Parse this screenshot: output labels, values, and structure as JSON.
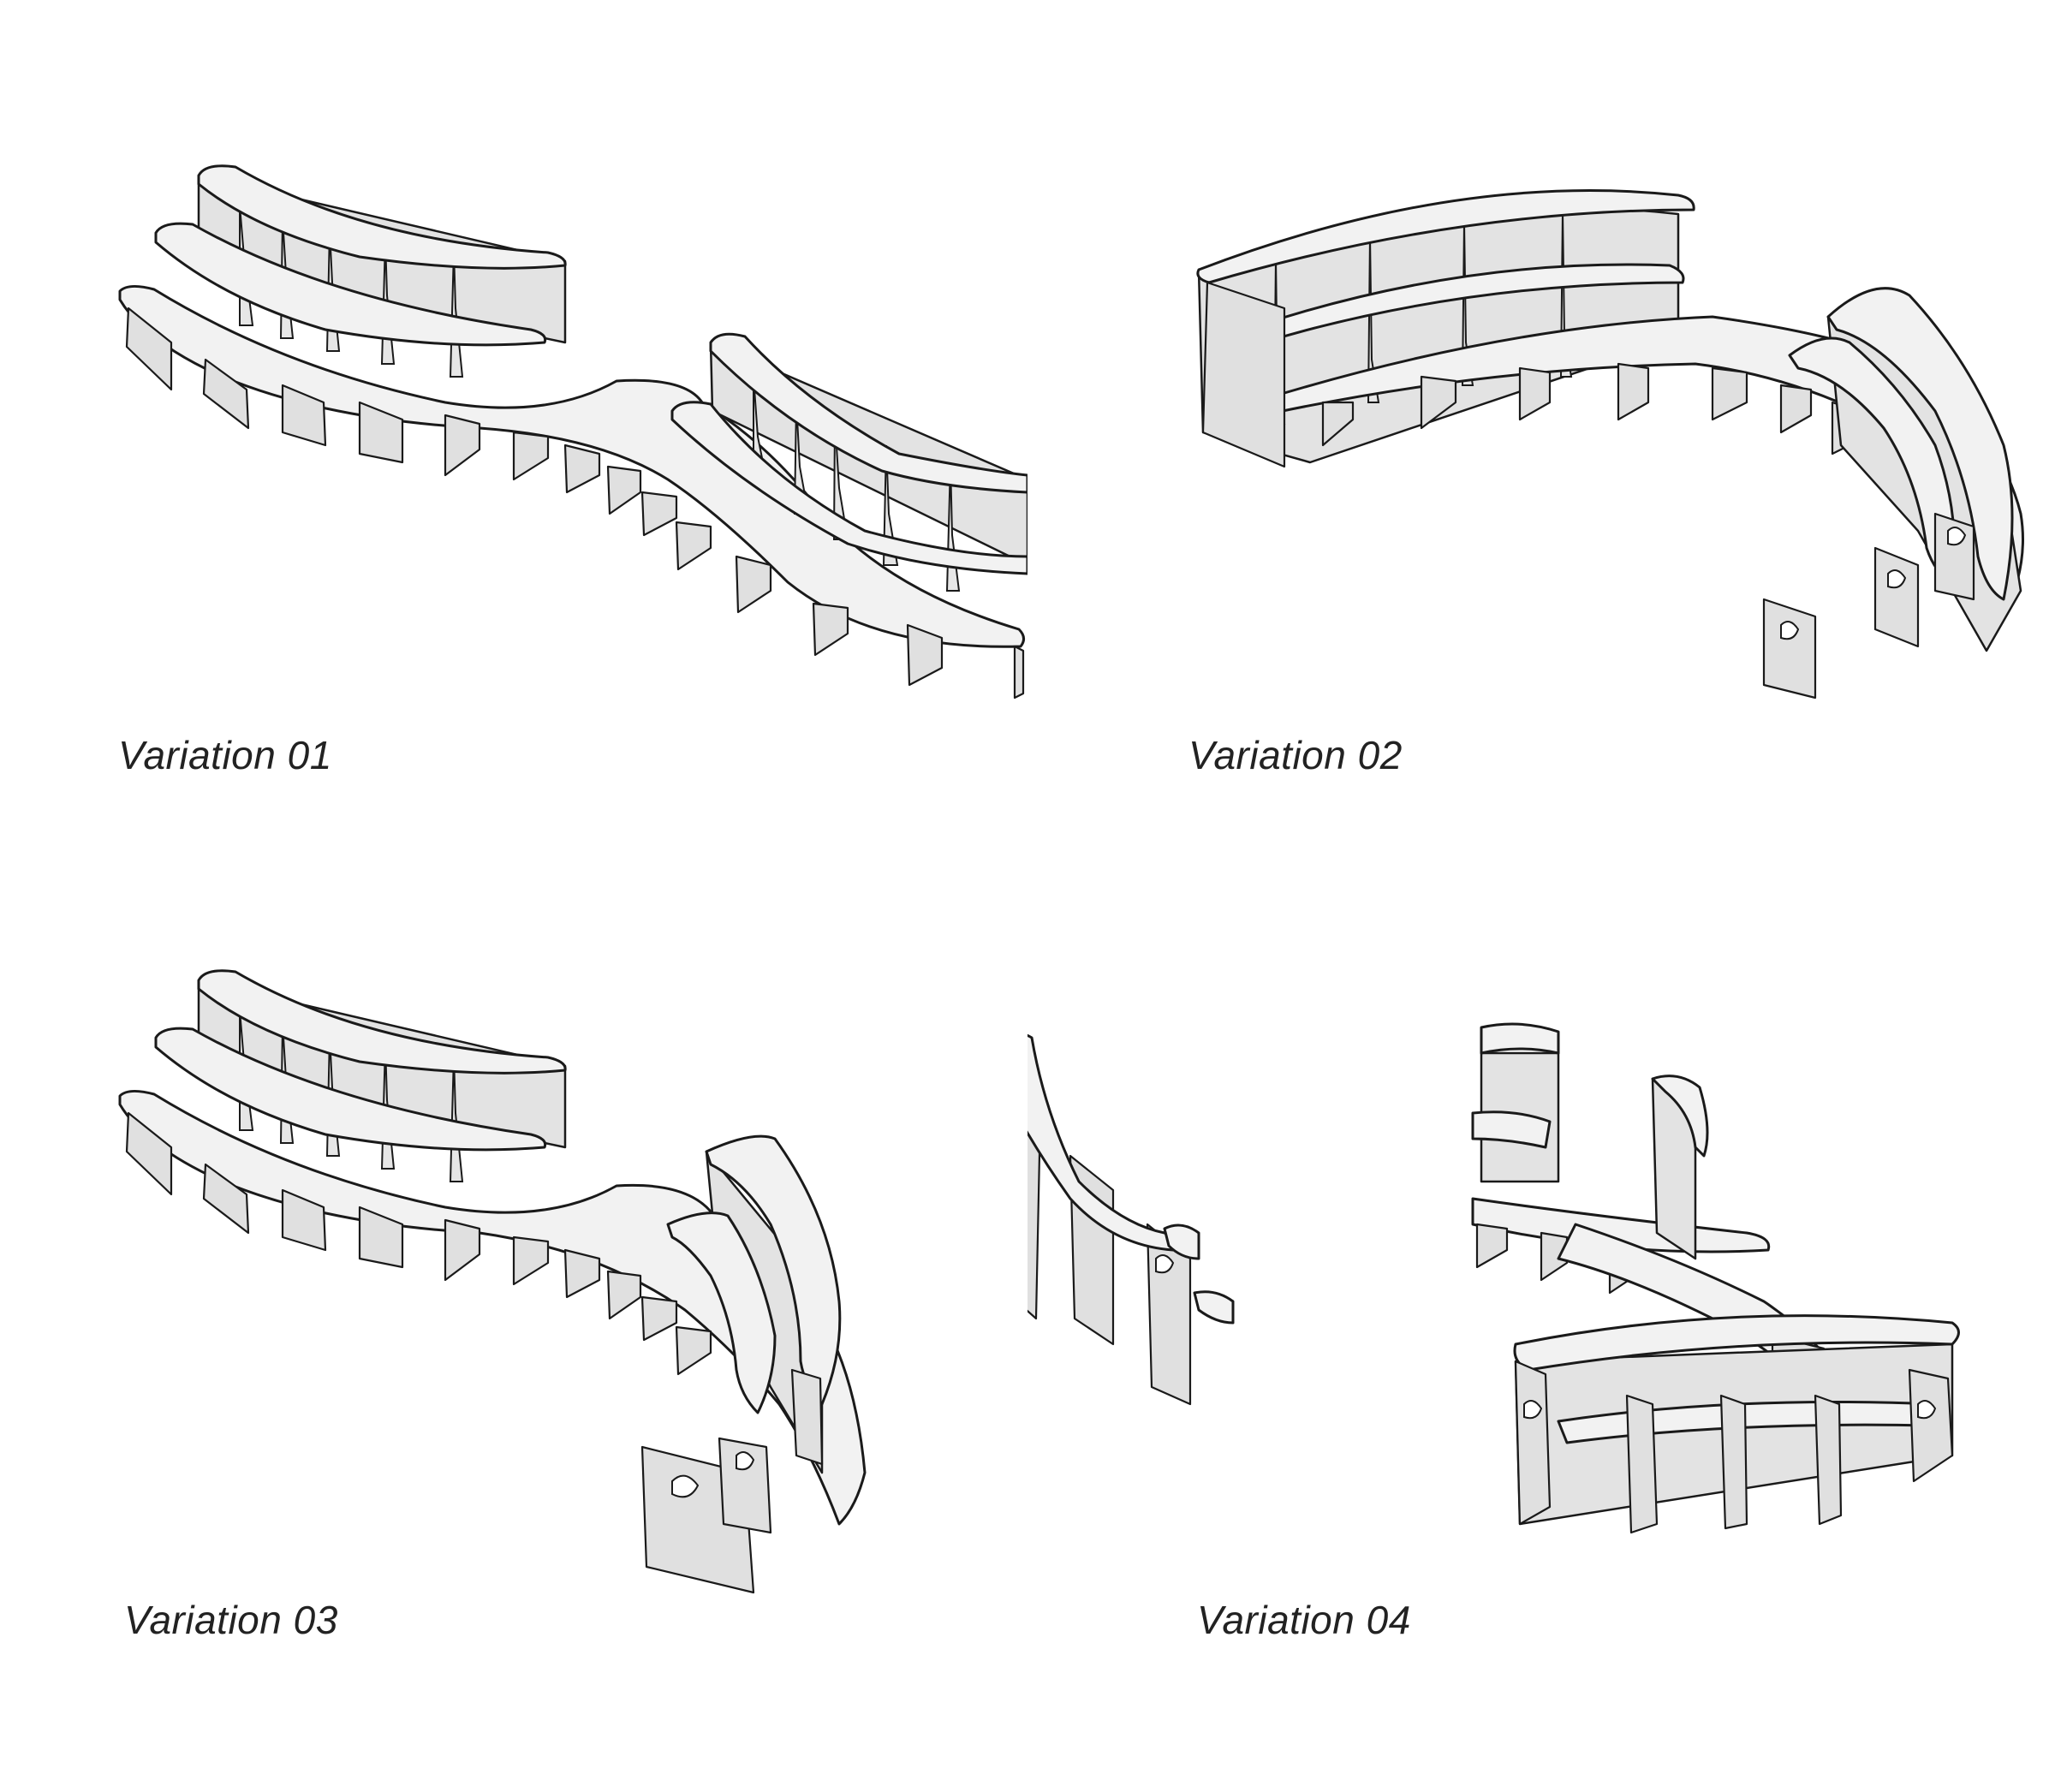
{
  "variations": [
    {
      "label": "Variation 01"
    },
    {
      "label": "Variation 02"
    },
    {
      "label": "Variation 03"
    },
    {
      "label": "Variation 04"
    }
  ],
  "palette": {
    "background": "#ffffff",
    "surface": "#f2f2f2",
    "panel": "#e3e3e3",
    "outline": "#1a1a1a",
    "caption": "#222222"
  }
}
